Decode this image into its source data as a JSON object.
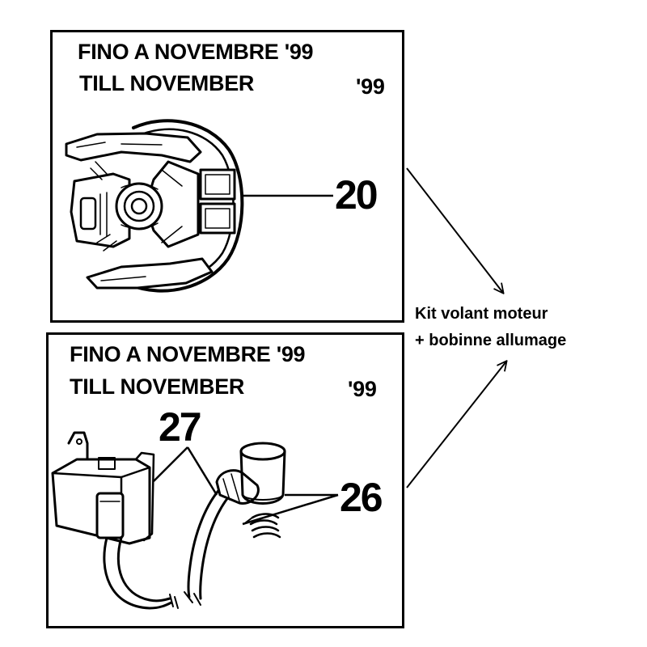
{
  "panel_top": {
    "caption_it": "FINO A NOVEMBRE '99",
    "caption_en": "TILL NOVEMBER",
    "caption_en_year": "'99",
    "callout": "20"
  },
  "panel_bottom": {
    "caption_it": "FINO A NOVEMBRE '99",
    "caption_en": "TILL NOVEMBER",
    "caption_en_year": "'99",
    "callout_left": "27",
    "callout_right": "26"
  },
  "kit_label": {
    "line1": "Kit volant moteur",
    "line2": "+ bobinne allumage"
  }
}
